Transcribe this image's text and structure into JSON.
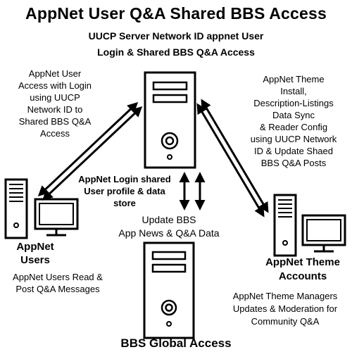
{
  "title": "AppNet User Q&A Shared BBS Access",
  "subtitle_line1": "UUCP Server Network ID appnet User",
  "subtitle_line2": "Login & Shared BBS Q&A Access",
  "left_arrow_text": [
    "AppNet User",
    "Access with Login",
    "using UUCP",
    "Network ID to",
    "Shared BBS Q&A",
    "Access"
  ],
  "right_arrow_text": [
    "AppNet Theme",
    "Install,",
    "Description-Listings",
    "Data Sync",
    "& Reader Config",
    "using UUCP Network",
    "ID & Update Shaed",
    "BBS Q&A Posts"
  ],
  "center_bold_text": [
    "AppNet Login shared",
    "User profile & data",
    "store"
  ],
  "center_update_text": [
    "Update BBS",
    "App News & Q&A Data"
  ],
  "users_label": [
    "AppNet",
    "Users"
  ],
  "users_desc": [
    "AppNet Users Read &",
    "Post Q&A Messages"
  ],
  "theme_label": [
    "AppNet Theme",
    "Accounts"
  ],
  "theme_desc": [
    "AppNet Theme Managers",
    "Updates & Moderation for",
    "Community Q&A"
  ],
  "bbs_label": "BBS Global Access",
  "icons": {
    "main_server": "server-tower-icon",
    "bbs_server": "server-tower-icon",
    "users_computer": "desktop-computer-icon",
    "theme_computer": "desktop-computer-icon"
  }
}
